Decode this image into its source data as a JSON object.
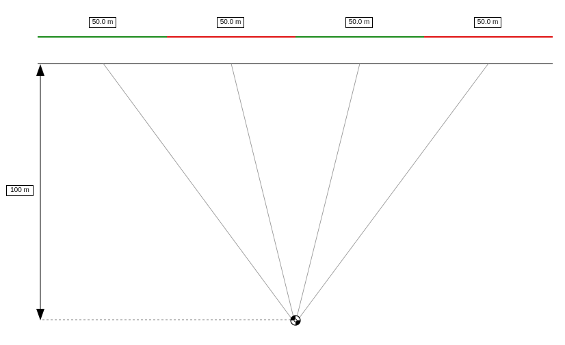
{
  "segments": [
    {
      "label": "50.0 m",
      "color": "#1a8a1a"
    },
    {
      "label": "50.0 m",
      "color": "#e01010"
    },
    {
      "label": "50.0 m",
      "color": "#1a8a1a"
    },
    {
      "label": "50.0 m",
      "color": "#e01010"
    }
  ],
  "depth": {
    "label": "100 m"
  },
  "colors": {
    "line": "#000000",
    "ray": "#999999",
    "guide": "#808080"
  },
  "icons": {
    "receiver": "sensor-icon"
  }
}
